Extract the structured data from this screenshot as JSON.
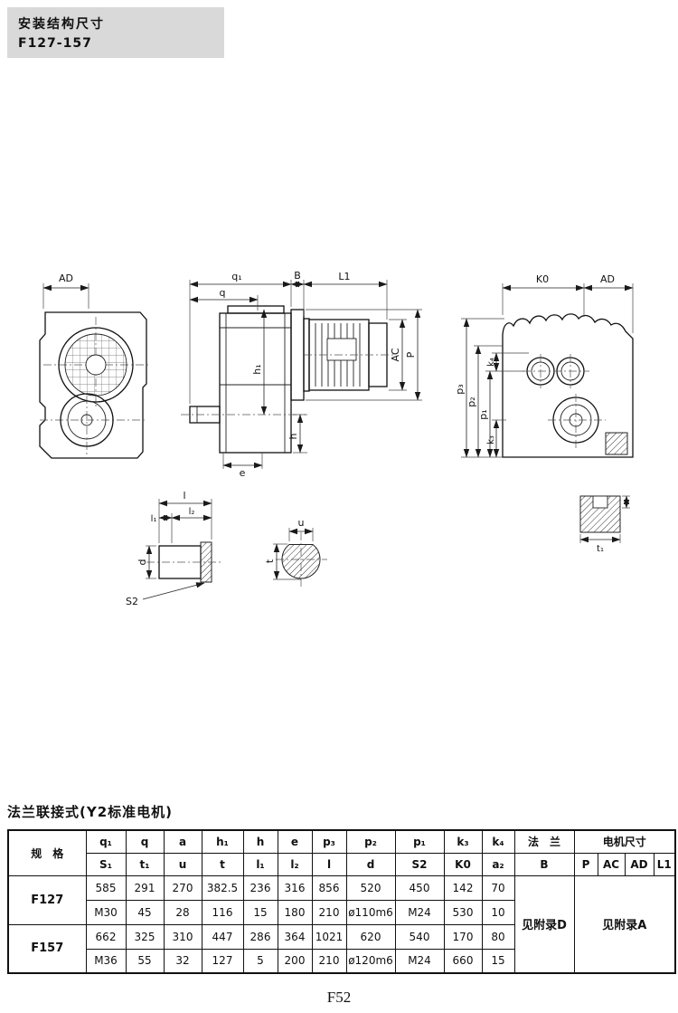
{
  "page": {
    "header_title": "安装结构尺寸",
    "header_model": "F127-157",
    "footer_page": "F52"
  },
  "colors": {
    "header_box_bg": "#d9d9d9",
    "line_color": "#111111",
    "paper_bg": "#ffffff"
  },
  "drawings": {
    "front_view": {
      "ad": "AD"
    },
    "side_view": {
      "q1": "q₁",
      "q": "q",
      "b": "B",
      "l1": "L1",
      "ac": "AC",
      "p": "P",
      "h1": "h₁",
      "h": "h",
      "e": "e"
    },
    "rear_view": {
      "k0": "K0",
      "ad": "AD",
      "p3": "p₃",
      "p2": "p₂",
      "p1": "p₁",
      "k3": "k₃",
      "k4": "k₄"
    },
    "shaft_detail": {
      "l": "l",
      "l1": "l₁",
      "l2": "l₂",
      "d": "d",
      "s2": "S2"
    },
    "key_section": {
      "u": "u",
      "t": "t"
    },
    "hub_detail": {
      "t1": "t₁"
    }
  },
  "table": {
    "title": "法兰联接式(Y2标准电机)",
    "spec_header": "规　格",
    "dim_headers_row1": [
      "q₁",
      "q",
      "a",
      "h₁",
      "h",
      "e",
      "p₃",
      "p₂",
      "p₁",
      "k₃",
      "k₄"
    ],
    "dim_headers_row2": [
      "S₁",
      "t₁",
      "u",
      "t",
      "l₁",
      "l₂",
      "l",
      "d",
      "S2",
      "K0",
      "a₂"
    ],
    "flange_header": "法　兰",
    "flange_sub": "B",
    "motor_header": "电机尺寸",
    "motor_subs": [
      "P",
      "AC",
      "AD",
      "L1"
    ],
    "rows": [
      {
        "model": "F127",
        "line1": [
          "585",
          "291",
          "270",
          "382.5",
          "236",
          "316",
          "856",
          "520",
          "450",
          "142",
          "70"
        ],
        "line2": [
          "M30",
          "45",
          "28",
          "116",
          "15",
          "180",
          "210",
          "ø110m6",
          "M24",
          "530",
          "10"
        ]
      },
      {
        "model": "F157",
        "line1": [
          "662",
          "325",
          "310",
          "447",
          "286",
          "364",
          "1021",
          "620",
          "540",
          "170",
          "80"
        ],
        "line2": [
          "M36",
          "55",
          "32",
          "127",
          "5",
          "200",
          "210",
          "ø120m6",
          "M24",
          "660",
          "15"
        ]
      }
    ],
    "flange_value": "见附录D",
    "motor_value": "见附录A"
  }
}
